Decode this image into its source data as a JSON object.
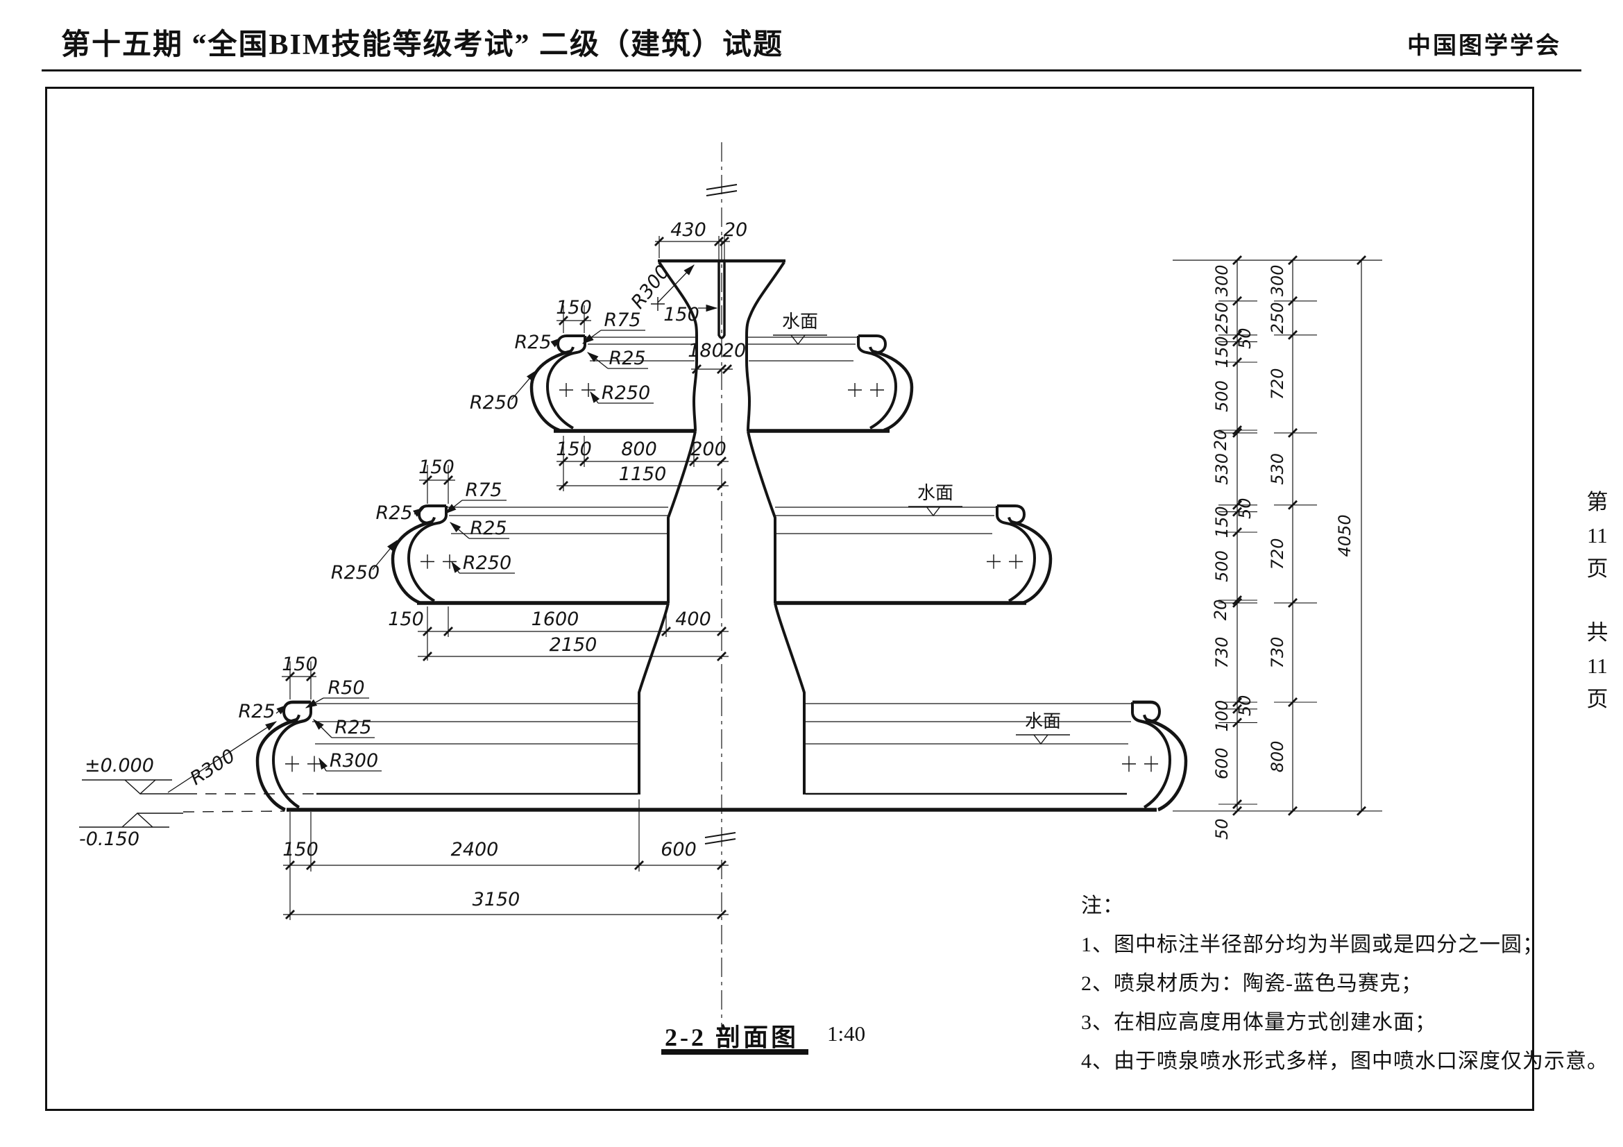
{
  "page": {
    "title": "第十五期 “全国BIM技能等级考试” 二级（建筑）试题",
    "org": "中国图学学会",
    "side": [
      "第",
      "11",
      "页",
      "共",
      "11",
      "页"
    ]
  },
  "caption": {
    "title": "2-2 剖面图",
    "scale": "1:40"
  },
  "notes": {
    "head": "注：",
    "n1": "1、图中标注半径部分均为半圆或是四分之一圆；",
    "n2": "2、喷泉材质为：陶瓷-蓝色马赛克；",
    "n3": "3、在相应高度用体量方式创建水面；",
    "n4": "4、由于喷泉喷水形式多样，图中喷水口深度仅为示意。"
  },
  "water_label": "水面",
  "levels": {
    "zero": "±0.000",
    "minus": "-0.150"
  },
  "dims": {
    "top": {
      "w430": "430",
      "w20": "20",
      "r300": "R300",
      "nozzle150": "150",
      "w180": "180",
      "w20b": "20"
    },
    "t1": {
      "top150": "150",
      "r25a": "R25",
      "r75": "R75",
      "r25b": "R25",
      "r250a": "R250",
      "r250b": "R250",
      "b150": "150",
      "b800": "800",
      "b200": "200",
      "b1150": "1150"
    },
    "t2": {
      "top150": "150",
      "r25a": "R25",
      "r75": "R75",
      "r25b": "R25",
      "r250a": "R250",
      "r250b": "R250",
      "b150": "150",
      "b1600": "1600",
      "b400": "400",
      "b2150": "2150"
    },
    "t3": {
      "top150": "150",
      "r25a": "R25",
      "r50": "R50",
      "r25b": "R25",
      "r300a": "R300",
      "r300b": "R300",
      "b150": "150",
      "b2400": "2400",
      "b600": "600",
      "b3150": "3150"
    },
    "chain": {
      "inner": [
        "300",
        "250",
        "50",
        "150",
        "500",
        "20",
        "530",
        "50",
        "150",
        "500",
        "20",
        "730",
        "50",
        "100",
        "600",
        "50"
      ],
      "outer": [
        "300",
        "250",
        "720",
        "530",
        "720",
        "730",
        "800"
      ],
      "total": "4050"
    }
  }
}
